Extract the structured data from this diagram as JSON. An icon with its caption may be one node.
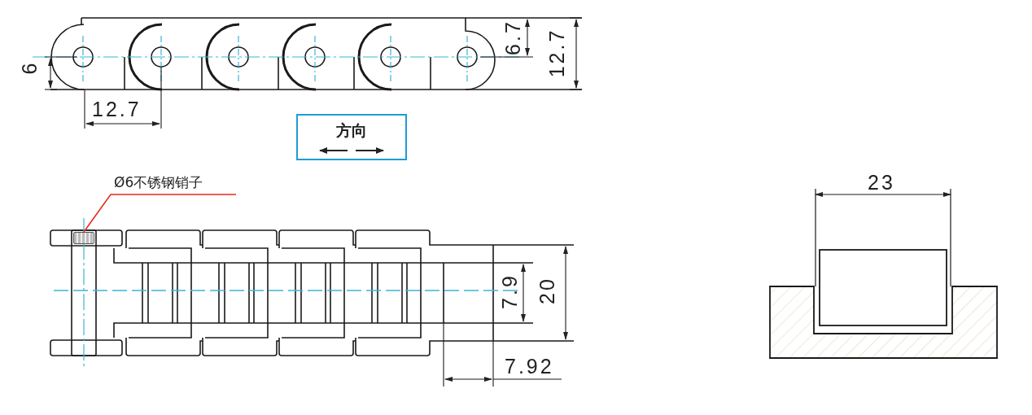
{
  "diagram": {
    "nodes": [
      {
        "text": [
          "方向"
        ]
      },
      {
        "text": [
          "Ø6不锈钢销子"
        ]
      },
      {
        "text": [],
        "shape": "box"
      }
    ],
    "edges": [
      {
        "from": 1,
        "to": 2,
        "arrow": "none",
        "color": "#e8281e"
      }
    ],
    "labels": [
      "6",
      "12.7",
      "6.7",
      "12.7",
      "7.9",
      "20",
      "7.92",
      "23"
    ]
  }
}
